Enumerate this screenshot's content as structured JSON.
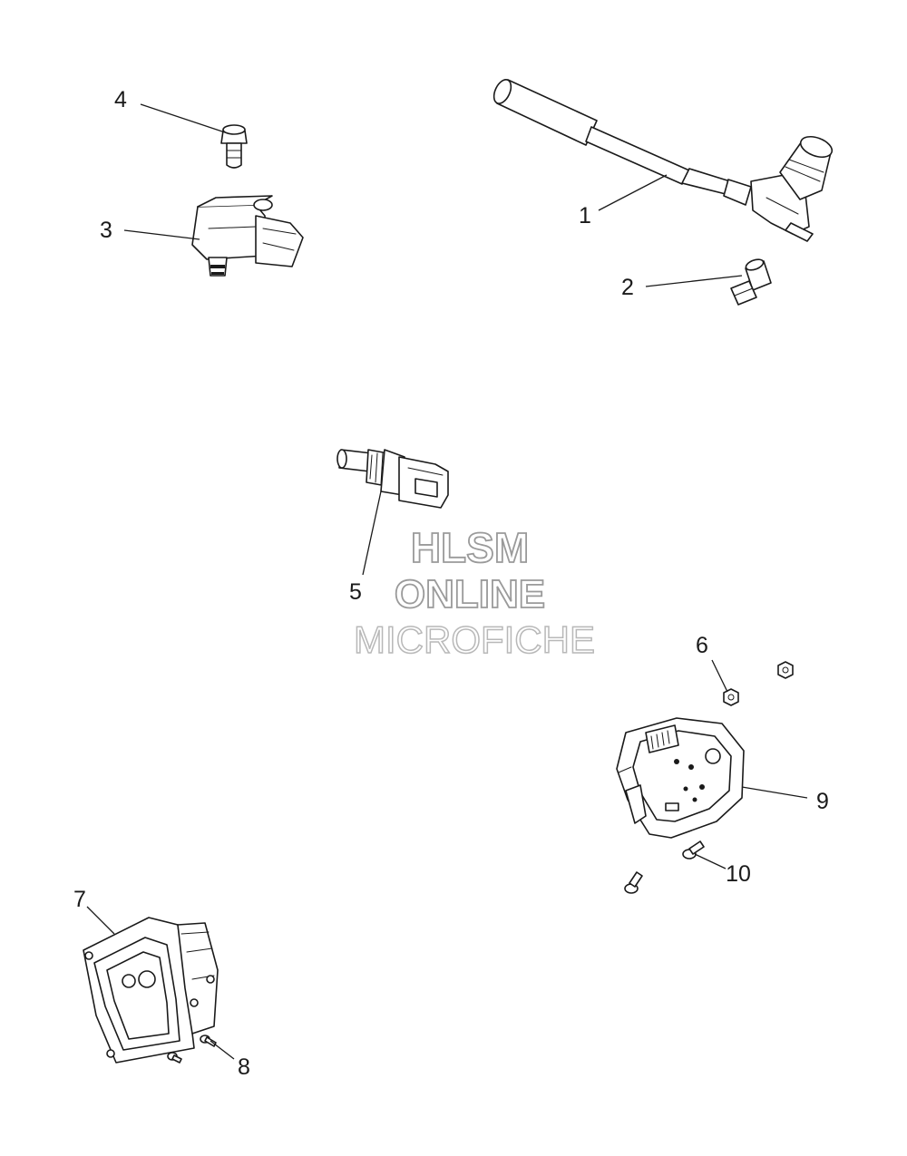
{
  "callouts": {
    "c1": "1",
    "c2": "2",
    "c3": "3",
    "c4": "4",
    "c5": "5",
    "c6": "6",
    "c7": "7",
    "c8": "8",
    "c9": "9",
    "c10": "10"
  },
  "watermark": {
    "line1": "HLSM",
    "line2": "ONLINE",
    "line3": "MICROFICHE"
  },
  "colors": {
    "ink": "#1a1a1a",
    "watermark_outline": "#9a9a9a",
    "background": "#ffffff"
  }
}
